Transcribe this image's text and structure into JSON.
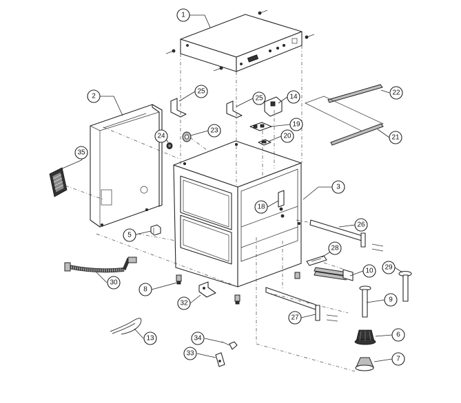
{
  "callouts": {
    "c1": "1",
    "c2": "2",
    "c3": "3",
    "c5": "5",
    "c6": "6",
    "c7": "7",
    "c8": "8",
    "c9": "9",
    "c10": "10",
    "c13": "13",
    "c14": "14",
    "c18": "18",
    "c19": "19",
    "c20": "20",
    "c21": "21",
    "c22": "22",
    "c23": "23",
    "c24": "24",
    "c25a": "25",
    "c25b": "25",
    "c26": "26",
    "c27": "27",
    "c28": "28",
    "c29": "29",
    "c30": "30",
    "c32": "32",
    "c33": "33",
    "c34": "34",
    "c35": "35"
  }
}
